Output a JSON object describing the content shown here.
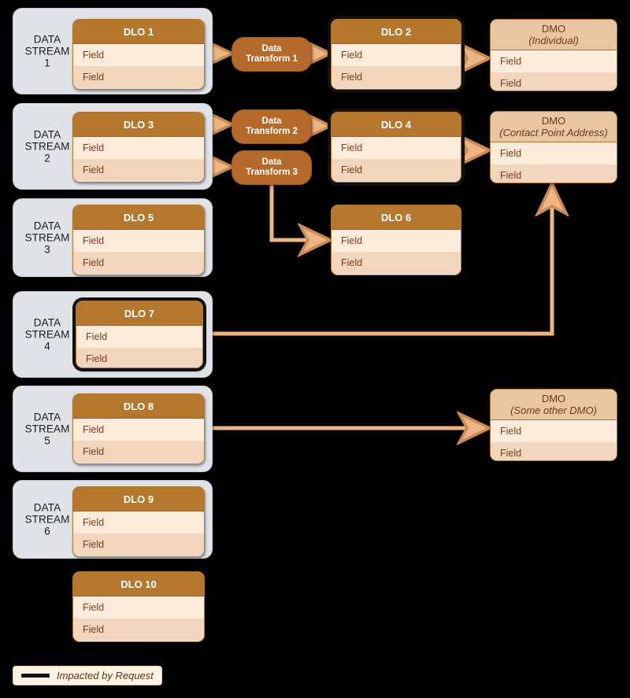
{
  "diagram": {
    "title": "Data Cloud lineage diagram",
    "colors": {
      "stream_bg": "#DFE3E8",
      "dlo_header": "#B5762E",
      "dmo_header": "#E9C6A2",
      "field_row_light": "#FCEADA",
      "field_row_dark": "#F1D6BD",
      "transform": "#B5692B",
      "connector": "#EAB183",
      "impacted_outline": "#111111",
      "legend_bg": "#FDF3E4"
    },
    "field_label": "Field"
  },
  "streams": [
    {
      "id": "stream-1",
      "label": "DATA\nSTREAM\n1"
    },
    {
      "id": "stream-2",
      "label": "DATA\nSTREAM\n2"
    },
    {
      "id": "stream-3",
      "label": "DATA\nSTREAM\n3"
    },
    {
      "id": "stream-4",
      "label": "DATA\nSTREAM\n4"
    },
    {
      "id": "stream-5",
      "label": "DATA\nSTREAM\n5"
    },
    {
      "id": "stream-6",
      "label": "DATA\nSTREAM\n6"
    }
  ],
  "dlos": [
    {
      "id": "dlo-1",
      "title": "DLO 1",
      "fields": [
        "Field",
        "Field"
      ],
      "impacted": false
    },
    {
      "id": "dlo-2",
      "title": "DLO 2",
      "fields": [
        "Field",
        "Field"
      ],
      "impacted": true
    },
    {
      "id": "dlo-3",
      "title": "DLO 3",
      "fields": [
        "Field",
        "Field"
      ],
      "impacted": false
    },
    {
      "id": "dlo-4",
      "title": "DLO 4",
      "fields": [
        "Field",
        "Field"
      ],
      "impacted": true
    },
    {
      "id": "dlo-5",
      "title": "DLO 5",
      "fields": [
        "Field",
        "Field"
      ],
      "impacted": false
    },
    {
      "id": "dlo-6",
      "title": "DLO 6",
      "fields": [
        "Field",
        "Field"
      ],
      "impacted": false
    },
    {
      "id": "dlo-7",
      "title": "DLO 7",
      "fields": [
        "Field",
        "Field"
      ],
      "impacted": true
    },
    {
      "id": "dlo-8",
      "title": "DLO 8",
      "fields": [
        "Field",
        "Field"
      ],
      "impacted": false
    },
    {
      "id": "dlo-9",
      "title": "DLO 9",
      "fields": [
        "Field",
        "Field"
      ],
      "impacted": false
    },
    {
      "id": "dlo-10",
      "title": "DLO 10",
      "fields": [
        "Field",
        "Field"
      ],
      "impacted": false
    }
  ],
  "transforms": [
    {
      "id": "data-transform-1",
      "line1": "Data",
      "line2": "Transform 1"
    },
    {
      "id": "data-transform-2",
      "line1": "Data",
      "line2": "Transform 2"
    },
    {
      "id": "data-transform-3",
      "line1": "Data",
      "line2": "Transform 3"
    }
  ],
  "dmos": [
    {
      "id": "dmo-individual",
      "line1": "DMO",
      "line2": "(Individual)",
      "fields": [
        "Field",
        "Field"
      ]
    },
    {
      "id": "dmo-contact-point",
      "line1": "DMO",
      "line2": "(Contact Point Address)",
      "fields": [
        "Field",
        "Field"
      ]
    },
    {
      "id": "dmo-other",
      "line1": "DMO",
      "line2": "(Some other DMO)",
      "fields": [
        "Field",
        "Field"
      ]
    }
  ],
  "legend": {
    "swatch_icon": "thick-line-icon",
    "label": "Impacted by Request"
  },
  "connections": [
    {
      "from": "dlo-1",
      "to": "data-transform-1"
    },
    {
      "from": "data-transform-1",
      "to": "dlo-2"
    },
    {
      "from": "dlo-2",
      "to": "dmo-individual"
    },
    {
      "from": "dlo-3",
      "to": "data-transform-2"
    },
    {
      "from": "dlo-3",
      "to": "data-transform-3"
    },
    {
      "from": "data-transform-2",
      "to": "dlo-4"
    },
    {
      "from": "data-transform-3",
      "to": "dlo-6"
    },
    {
      "from": "dlo-4",
      "to": "dmo-contact-point"
    },
    {
      "from": "dlo-7",
      "to": "dmo-contact-point"
    },
    {
      "from": "dlo-8",
      "to": "dmo-other"
    }
  ]
}
